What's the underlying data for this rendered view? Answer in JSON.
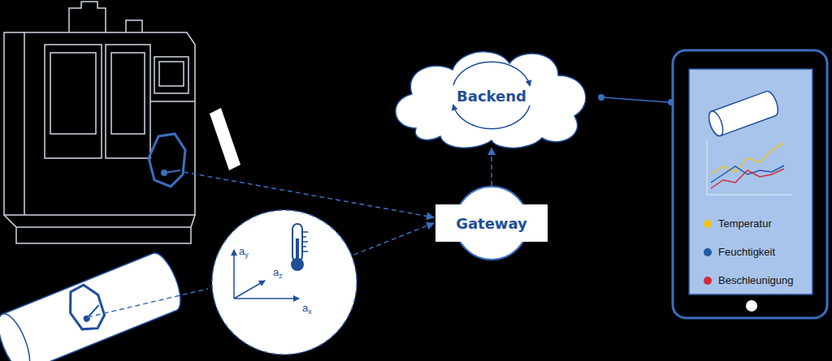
{
  "diagram": {
    "nodes": [
      {
        "text": [
          "Backend"
        ]
      },
      {
        "text": [
          "Gateway"
        ]
      },
      {
        "text": [
          "ay",
          "az",
          "ax"
        ]
      }
    ],
    "edges": [
      {
        "from": 1,
        "to": 0,
        "arrow": "to"
      },
      {
        "from": 2,
        "to": 1,
        "arrow": "to"
      }
    ],
    "legend": [
      {
        "text": "Temperatur",
        "color": "#f2c21b"
      },
      {
        "text": "Feuchtigkeit",
        "color": "#1f5aa6"
      },
      {
        "text": "Beschleunigung",
        "color": "#d42a3c"
      }
    ]
  }
}
